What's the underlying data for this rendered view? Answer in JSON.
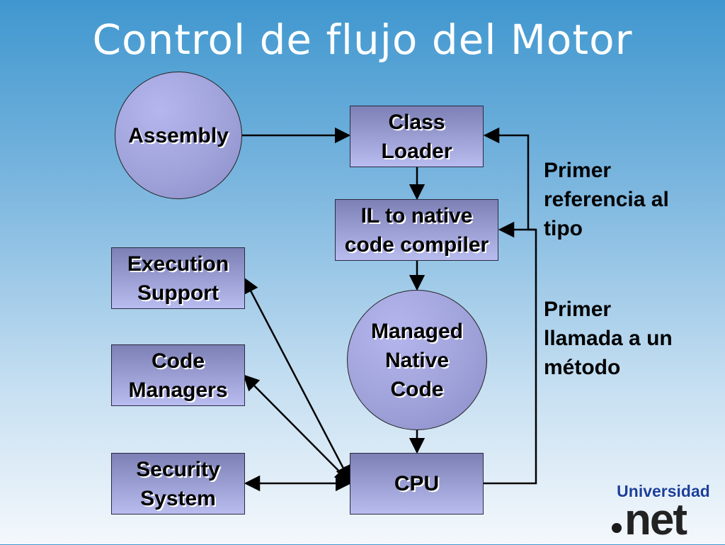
{
  "title": "Control de flujo del Motor",
  "nodes": {
    "assembly": "Assembly",
    "class_loader": "Class\nLoader",
    "il_compiler": "IL to native\ncode compiler",
    "managed_native_code": "Managed\nNative\nCode",
    "execution_support": "Execution\nSupport",
    "code_managers": "Code\nManagers",
    "security_system": "Security\nSystem",
    "cpu": "CPU"
  },
  "notes": {
    "first_type_reference": "Primer\nreferencia al\ntipo",
    "first_method_call": "Primer\nllamada a un\nmétodo"
  },
  "logo": {
    "top": "Universidad",
    "bottom": "net"
  },
  "colors": {
    "box_top": "#7d80b5",
    "box_bottom": "#b9bcef",
    "circle_fill": "#9ea0d8",
    "logo_text": "#1b3f9b"
  }
}
